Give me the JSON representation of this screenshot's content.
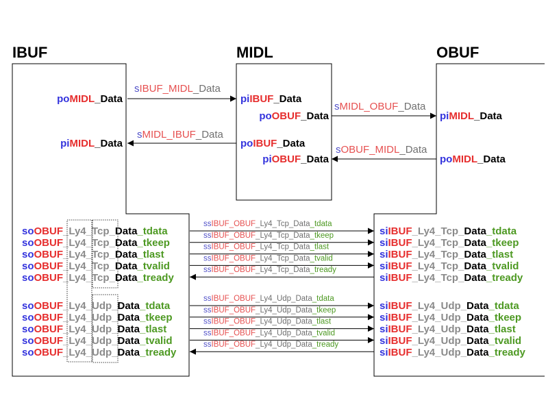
{
  "colors": {
    "blue": "#3333dd",
    "red": "#e62e2e",
    "black": "#000000",
    "gray": "#8a8a8a",
    "green": "#4d9922",
    "sig_blue": "#5050c8",
    "sig_red": "#e65050",
    "sig_gray": "#707070"
  },
  "blocks": {
    "ibuf": "IBUF",
    "midl": "MIDL",
    "obuf": "OBUF"
  },
  "ports": {
    "ibuf_po_midl": [
      [
        "po",
        "blue"
      ],
      [
        "MIDL",
        "red"
      ],
      [
        "_Data",
        "black"
      ]
    ],
    "ibuf_pi_midl": [
      [
        "pi",
        "blue"
      ],
      [
        "MIDL",
        "red"
      ],
      [
        "_Data",
        "black"
      ]
    ],
    "midl_pi_ibuf": [
      [
        "pi",
        "blue"
      ],
      [
        "IBUF",
        "red"
      ],
      [
        "_Data",
        "black"
      ]
    ],
    "midl_po_obuf": [
      [
        "po",
        "blue"
      ],
      [
        "OBUF",
        "red"
      ],
      [
        "_Data",
        "black"
      ]
    ],
    "midl_po_ibuf": [
      [
        "po",
        "blue"
      ],
      [
        "IBUF",
        "red"
      ],
      [
        "_Data",
        "black"
      ]
    ],
    "midl_pi_obuf": [
      [
        "pi",
        "blue"
      ],
      [
        "OBUF",
        "red"
      ],
      [
        "_Data",
        "black"
      ]
    ],
    "obuf_pi_midl": [
      [
        "pi",
        "blue"
      ],
      [
        "MIDL",
        "red"
      ],
      [
        "_Data",
        "black"
      ]
    ],
    "obuf_po_midl": [
      [
        "po",
        "blue"
      ],
      [
        "MIDL",
        "red"
      ],
      [
        "_Data",
        "black"
      ]
    ]
  },
  "signals": {
    "ibuf_midl": [
      [
        "s",
        "sig_blue"
      ],
      [
        "IBUF_MIDL",
        "sig_red"
      ],
      [
        "_Data",
        "sig_gray"
      ]
    ],
    "midl_ibuf": [
      [
        "s",
        "sig_blue"
      ],
      [
        "MIDL_IBUF",
        "sig_red"
      ],
      [
        "_Data",
        "sig_gray"
      ]
    ],
    "midl_obuf": [
      [
        "s",
        "sig_blue"
      ],
      [
        "MIDL_OBUF",
        "sig_red"
      ],
      [
        "_Data",
        "sig_gray"
      ]
    ],
    "obuf_midl": [
      [
        "s",
        "sig_blue"
      ],
      [
        "OBUF_MIDL",
        "sig_red"
      ],
      [
        "_Data",
        "sig_gray"
      ]
    ]
  },
  "tcp_group": {
    "left_ports": [
      [
        [
          "so",
          "blue"
        ],
        [
          "OBUF",
          "red"
        ],
        [
          "_Ly4_",
          "gray"
        ],
        [
          "Tcp_",
          "gray"
        ],
        [
          "Data",
          "black"
        ],
        [
          "_tdata",
          "green"
        ]
      ],
      [
        [
          "so",
          "blue"
        ],
        [
          "OBUF",
          "red"
        ],
        [
          "_Ly4_",
          "gray"
        ],
        [
          "Tcp_",
          "gray"
        ],
        [
          "Data",
          "black"
        ],
        [
          "_tkeep",
          "green"
        ]
      ],
      [
        [
          "so",
          "blue"
        ],
        [
          "OBUF",
          "red"
        ],
        [
          "_Ly4_",
          "gray"
        ],
        [
          "Tcp_",
          "gray"
        ],
        [
          "Data",
          "black"
        ],
        [
          "_tlast",
          "green"
        ]
      ],
      [
        [
          "so",
          "blue"
        ],
        [
          "OBUF",
          "red"
        ],
        [
          "_Ly4_",
          "gray"
        ],
        [
          "Tcp_",
          "gray"
        ],
        [
          "Data",
          "black"
        ],
        [
          "_tvalid",
          "green"
        ]
      ],
      [
        [
          "so",
          "blue"
        ],
        [
          "OBUF",
          "red"
        ],
        [
          "_Ly4_",
          "gray"
        ],
        [
          "Tcp_",
          "gray"
        ],
        [
          "Data",
          "black"
        ],
        [
          "_tready",
          "green"
        ]
      ]
    ],
    "right_ports": [
      [
        [
          "si",
          "blue"
        ],
        [
          "IBUF",
          "red"
        ],
        [
          "_Ly4_Tcp_",
          "gray"
        ],
        [
          "Data",
          "black"
        ],
        [
          "_tdata",
          "green"
        ]
      ],
      [
        [
          "si",
          "blue"
        ],
        [
          "IBUF",
          "red"
        ],
        [
          "_Ly4_Tcp_",
          "gray"
        ],
        [
          "Data",
          "black"
        ],
        [
          "_tkeep",
          "green"
        ]
      ],
      [
        [
          "si",
          "blue"
        ],
        [
          "IBUF",
          "red"
        ],
        [
          "_Ly4_Tcp_",
          "gray"
        ],
        [
          "Data",
          "black"
        ],
        [
          "_tlast",
          "green"
        ]
      ],
      [
        [
          "si",
          "blue"
        ],
        [
          "IBUF",
          "red"
        ],
        [
          "_Ly4_Tcp_",
          "gray"
        ],
        [
          "Data",
          "black"
        ],
        [
          "_tvalid",
          "green"
        ]
      ],
      [
        [
          "si",
          "blue"
        ],
        [
          "IBUF",
          "red"
        ],
        [
          "_Ly4_Tcp_",
          "gray"
        ],
        [
          "Data",
          "black"
        ],
        [
          "_tready",
          "green"
        ]
      ]
    ],
    "signals": [
      [
        [
          "ss",
          "sig_blue"
        ],
        [
          "IBUF_OBUF",
          "sig_red"
        ],
        [
          "_Ly4_Tcp_",
          "sig_gray"
        ],
        [
          "Data",
          "sig_gray"
        ],
        [
          "_tdata",
          "green"
        ]
      ],
      [
        [
          "ss",
          "sig_blue"
        ],
        [
          "IBUF_OBUF",
          "sig_red"
        ],
        [
          "_Ly4_Tcp_",
          "sig_gray"
        ],
        [
          "Data",
          "sig_gray"
        ],
        [
          "_tkeep",
          "green"
        ]
      ],
      [
        [
          "ss",
          "sig_blue"
        ],
        [
          "IBUF_OBUF",
          "sig_red"
        ],
        [
          "_Ly4_Tcp_",
          "sig_gray"
        ],
        [
          "Data",
          "sig_gray"
        ],
        [
          "_tlast",
          "green"
        ]
      ],
      [
        [
          "ss",
          "sig_blue"
        ],
        [
          "IBUF_OBUF",
          "sig_red"
        ],
        [
          "_Ly4_Tcp_",
          "sig_gray"
        ],
        [
          "Data",
          "sig_gray"
        ],
        [
          "_tvalid",
          "green"
        ]
      ],
      [
        [
          "ss",
          "sig_blue"
        ],
        [
          "IBUF_OBUF",
          "sig_red"
        ],
        [
          "_Ly4_Tcp_",
          "sig_gray"
        ],
        [
          "Data",
          "sig_gray"
        ],
        [
          "_tready",
          "green"
        ]
      ]
    ]
  },
  "udp_group": {
    "left_ports": [
      [
        [
          "so",
          "blue"
        ],
        [
          "OBUF",
          "red"
        ],
        [
          "_Ly4_",
          "gray"
        ],
        [
          "Udp_",
          "gray"
        ],
        [
          "Data",
          "black"
        ],
        [
          "_tdata",
          "green"
        ]
      ],
      [
        [
          "so",
          "blue"
        ],
        [
          "OBUF",
          "red"
        ],
        [
          "_Ly4_",
          "gray"
        ],
        [
          "Udp_",
          "gray"
        ],
        [
          "Data",
          "black"
        ],
        [
          "_tkeep",
          "green"
        ]
      ],
      [
        [
          "so",
          "blue"
        ],
        [
          "OBUF",
          "red"
        ],
        [
          "_Ly4_",
          "gray"
        ],
        [
          "Udp_",
          "gray"
        ],
        [
          "Data",
          "black"
        ],
        [
          "_tlast",
          "green"
        ]
      ],
      [
        [
          "so",
          "blue"
        ],
        [
          "OBUF",
          "red"
        ],
        [
          "_Ly4_",
          "gray"
        ],
        [
          "Udp_",
          "gray"
        ],
        [
          "Data",
          "black"
        ],
        [
          "_tvalid",
          "green"
        ]
      ],
      [
        [
          "so",
          "blue"
        ],
        [
          "OBUF",
          "red"
        ],
        [
          "_Ly4_",
          "gray"
        ],
        [
          "Udp_",
          "gray"
        ],
        [
          "Data",
          "black"
        ],
        [
          "_tready",
          "green"
        ]
      ]
    ],
    "right_ports": [
      [
        [
          "si",
          "blue"
        ],
        [
          "IBUF",
          "red"
        ],
        [
          "_Ly4_Udp_",
          "gray"
        ],
        [
          "Data",
          "black"
        ],
        [
          "_tdata",
          "green"
        ]
      ],
      [
        [
          "si",
          "blue"
        ],
        [
          "IBUF",
          "red"
        ],
        [
          "_Ly4_Udp_",
          "gray"
        ],
        [
          "Data",
          "black"
        ],
        [
          "_tkeep",
          "green"
        ]
      ],
      [
        [
          "si",
          "blue"
        ],
        [
          "IBUF",
          "red"
        ],
        [
          "_Ly4_Udp_",
          "gray"
        ],
        [
          "Data",
          "black"
        ],
        [
          "_tlast",
          "green"
        ]
      ],
      [
        [
          "si",
          "blue"
        ],
        [
          "IBUF",
          "red"
        ],
        [
          "_Ly4_Udp_",
          "gray"
        ],
        [
          "Data",
          "black"
        ],
        [
          "_tvalid",
          "green"
        ]
      ],
      [
        [
          "si",
          "blue"
        ],
        [
          "IBUF",
          "red"
        ],
        [
          "_Ly4_Udp_",
          "gray"
        ],
        [
          "Data",
          "black"
        ],
        [
          "_tready",
          "green"
        ]
      ]
    ],
    "signals": [
      [
        [
          "ss",
          "sig_blue"
        ],
        [
          "IBUF_OBUF",
          "sig_red"
        ],
        [
          "_Ly4_Udp_",
          "sig_gray"
        ],
        [
          "Data",
          "sig_gray"
        ],
        [
          "_tdata",
          "green"
        ]
      ],
      [
        [
          "ss",
          "sig_blue"
        ],
        [
          "IBUF_OBUF",
          "sig_red"
        ],
        [
          "_Ly4_Udp_",
          "sig_gray"
        ],
        [
          "Data",
          "sig_gray"
        ],
        [
          "_tkeep",
          "green"
        ]
      ],
      [
        [
          "ss",
          "sig_blue"
        ],
        [
          "IBUF_OBUF",
          "sig_red"
        ],
        [
          "_Ly4_Udp_",
          "sig_gray"
        ],
        [
          "Data",
          "sig_gray"
        ],
        [
          "_tlast",
          "green"
        ]
      ],
      [
        [
          "ss",
          "sig_blue"
        ],
        [
          "IBUF_OBUF",
          "sig_red"
        ],
        [
          "_Ly4_Udp_",
          "sig_gray"
        ],
        [
          "Data",
          "sig_gray"
        ],
        [
          "_tvalid",
          "green"
        ]
      ],
      [
        [
          "ss",
          "sig_blue"
        ],
        [
          "IBUF_OBUF",
          "sig_red"
        ],
        [
          "_Ly4_Udp_",
          "sig_gray"
        ],
        [
          "Data",
          "sig_gray"
        ],
        [
          "_tready",
          "green"
        ]
      ]
    ]
  }
}
